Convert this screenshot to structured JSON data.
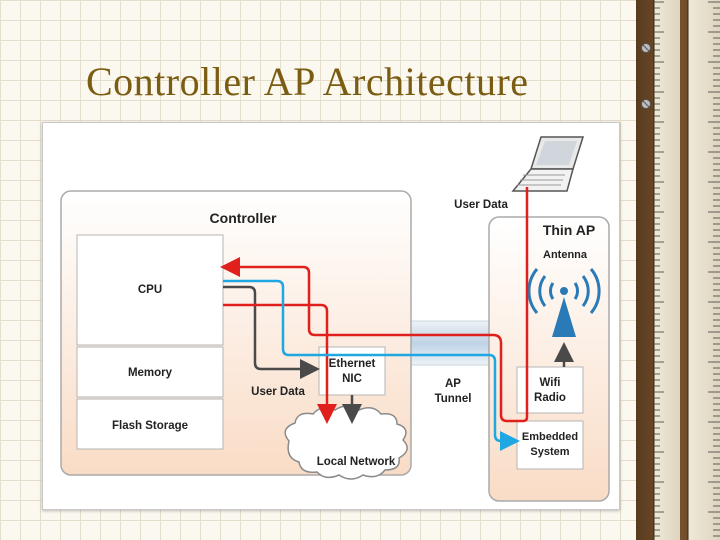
{
  "slide": {
    "title": "Controller AP Architecture"
  },
  "diagram": {
    "controller": {
      "title": "Controller",
      "cpu": "CPU",
      "memory": "Memory",
      "flash": "Flash Storage",
      "nic_line1": "Ethernet",
      "nic_line2": "NIC"
    },
    "thin_ap": {
      "title": "Thin AP",
      "antenna": "Antenna",
      "radio_line1": "Wifi",
      "radio_line2": "Radio",
      "embedded_line1": "Embedded",
      "embedded_line2": "System"
    },
    "tunnel_line1": "AP",
    "tunnel_line2": "Tunnel",
    "local_network": "Local Network",
    "user_data_top": "User Data",
    "user_data_bottom": "User Data",
    "colors": {
      "red": "#e0201c",
      "blue": "#1ea7e1",
      "gray": "#4a4a4a"
    }
  },
  "icons": [
    "laptop-icon",
    "antenna-icon",
    "ruler-decoration"
  ]
}
